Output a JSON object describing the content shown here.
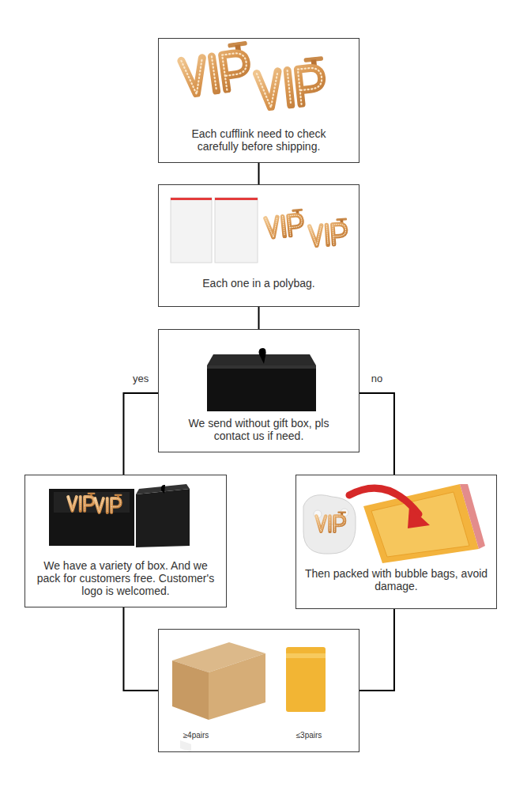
{
  "diagram": {
    "nodes": [
      {
        "text": [
          "Each cufflink need to check carefully before shipping."
        ]
      },
      {
        "text": [
          "Each one in a polybag."
        ]
      },
      {
        "text": [
          "We send without gift box, pls contact us if need."
        ]
      },
      {
        "text": [
          "We have a variety of box. And we pack for customers free. Customer's logo is welcomed."
        ]
      },
      {
        "text": [
          "Then packed with bubble bags, avoid damage."
        ]
      },
      {
        "text": [
          "≥4pairs",
          "≤3pairs"
        ]
      }
    ],
    "edges": [
      {
        "from": 0,
        "to": 1,
        "arrow": "none"
      },
      {
        "from": 1,
        "to": 2,
        "arrow": "none"
      },
      {
        "from": 2,
        "to": 3,
        "label": "yes",
        "arrow": "none"
      },
      {
        "from": 2,
        "to": 4,
        "label": "no",
        "arrow": "none"
      },
      {
        "from": 3,
        "to": 5,
        "arrow": "none"
      },
      {
        "from": 4,
        "to": 5,
        "arrow": "none"
      }
    ]
  }
}
